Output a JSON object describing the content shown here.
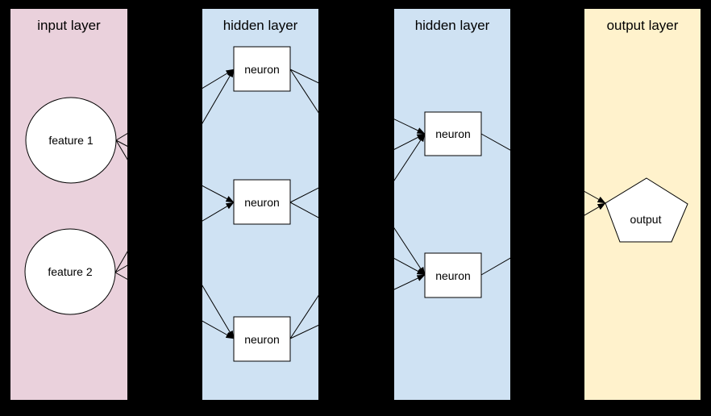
{
  "diagram": {
    "background": "#000000",
    "edge_color": "#000000",
    "node_fill": "#ffffff",
    "node_stroke": "#000000",
    "layers": [
      {
        "label": "input layer",
        "color": "#ead1dc"
      },
      {
        "label": "hidden layer",
        "color": "#cfe2f3"
      },
      {
        "label": "hidden layer",
        "color": "#cfe2f3"
      },
      {
        "label": "output layer",
        "color": "#fff2cc"
      }
    ],
    "nodes": [
      {
        "id": "feature-1",
        "label": "feature 1",
        "shape": "circle",
        "layer": 0
      },
      {
        "id": "feature-2",
        "label": "feature 2",
        "shape": "circle",
        "layer": 0
      },
      {
        "id": "h1-neuron-1",
        "label": "neuron",
        "shape": "rect",
        "layer": 1
      },
      {
        "id": "h1-neuron-2",
        "label": "neuron",
        "shape": "rect",
        "layer": 1
      },
      {
        "id": "h1-neuron-3",
        "label": "neuron",
        "shape": "rect",
        "layer": 1
      },
      {
        "id": "h2-neuron-1",
        "label": "neuron",
        "shape": "rect",
        "layer": 2
      },
      {
        "id": "h2-neuron-2",
        "label": "neuron",
        "shape": "rect",
        "layer": 2
      },
      {
        "id": "output",
        "label": "output",
        "shape": "pentagon",
        "layer": 3
      }
    ],
    "edges": [
      {
        "from": "feature-1",
        "to": "h1-neuron-1"
      },
      {
        "from": "feature-1",
        "to": "h1-neuron-2"
      },
      {
        "from": "feature-1",
        "to": "h1-neuron-3"
      },
      {
        "from": "feature-2",
        "to": "h1-neuron-1"
      },
      {
        "from": "feature-2",
        "to": "h1-neuron-2"
      },
      {
        "from": "feature-2",
        "to": "h1-neuron-3"
      },
      {
        "from": "h1-neuron-1",
        "to": "h2-neuron-1"
      },
      {
        "from": "h1-neuron-1",
        "to": "h2-neuron-2"
      },
      {
        "from": "h1-neuron-2",
        "to": "h2-neuron-1"
      },
      {
        "from": "h1-neuron-2",
        "to": "h2-neuron-2"
      },
      {
        "from": "h1-neuron-3",
        "to": "h2-neuron-1"
      },
      {
        "from": "h1-neuron-3",
        "to": "h2-neuron-2"
      },
      {
        "from": "h2-neuron-1",
        "to": "output"
      },
      {
        "from": "h2-neuron-2",
        "to": "output"
      }
    ]
  }
}
